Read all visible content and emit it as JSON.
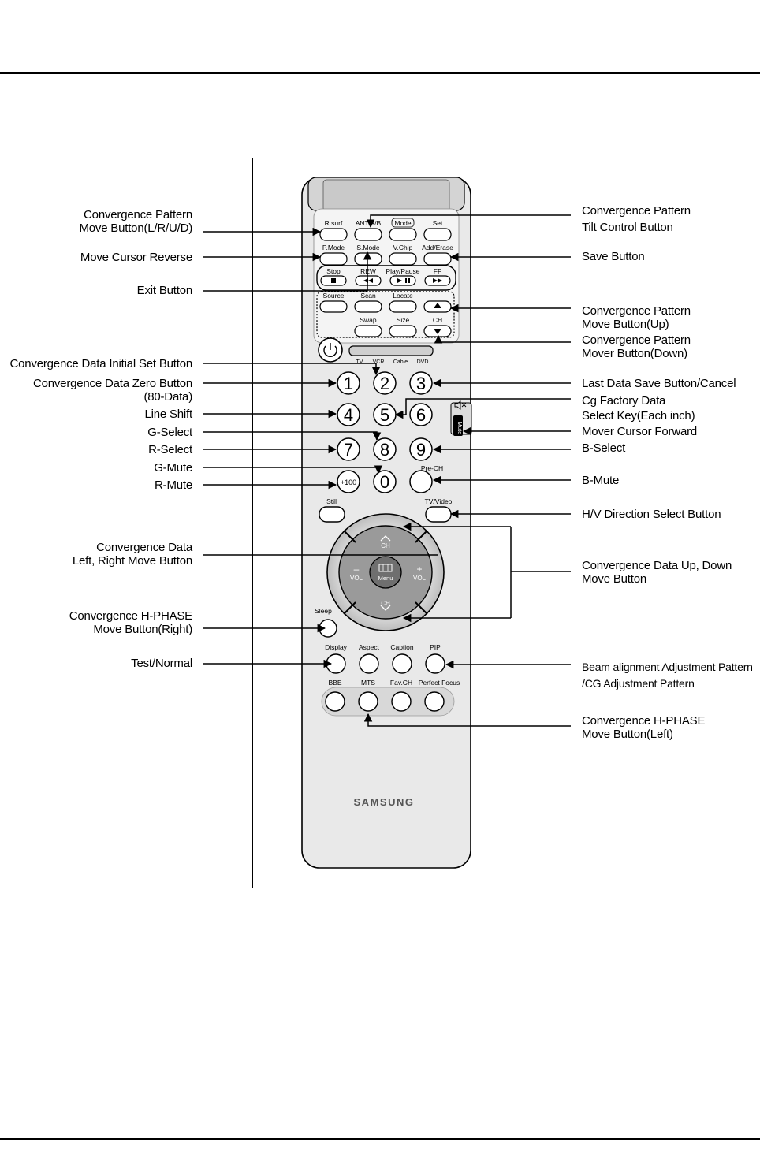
{
  "left_labels": [
    {
      "id": "conv-pattern-move",
      "lines": [
        "Convergence Pattern",
        "Move Button(L/R/U/D)"
      ]
    },
    {
      "id": "move-cursor-reverse",
      "lines": [
        "Move Cursor Reverse"
      ]
    },
    {
      "id": "exit-button",
      "lines": [
        "Exit Button"
      ]
    },
    {
      "id": "conv-data-initial",
      "lines": [
        "Convergence Data Initial Set Button"
      ]
    },
    {
      "id": "conv-data-zero",
      "lines": [
        "Convergence Data Zero Button",
        "(80-Data)"
      ]
    },
    {
      "id": "line-shift",
      "lines": [
        "Line Shift"
      ]
    },
    {
      "id": "g-select",
      "lines": [
        "G-Select"
      ]
    },
    {
      "id": "r-select",
      "lines": [
        "R-Select"
      ]
    },
    {
      "id": "g-mute",
      "lines": [
        "G-Mute"
      ]
    },
    {
      "id": "r-mute",
      "lines": [
        "R-Mute"
      ]
    },
    {
      "id": "conv-data-lr",
      "lines": [
        "Convergence Data",
        "Left, Right Move Button"
      ]
    },
    {
      "id": "conv-hphase-right",
      "lines": [
        "Convergence H-PHASE",
        "Move Button(Right)"
      ]
    },
    {
      "id": "test-normal",
      "lines": [
        "Test/Normal"
      ]
    }
  ],
  "right_labels": [
    {
      "id": "conv-pattern-tilt",
      "lines": [
        "Convergence Pattern",
        "Tilt Control Button"
      ]
    },
    {
      "id": "save-button",
      "lines": [
        "Save Button"
      ]
    },
    {
      "id": "conv-pattern-up",
      "lines": [
        "Convergence Pattern",
        "Move Button(Up)"
      ]
    },
    {
      "id": "conv-pattern-down",
      "lines": [
        "Convergence Pattern",
        "Mover Button(Down)"
      ]
    },
    {
      "id": "last-data-save",
      "lines": [
        "Last Data  Save Button/Cancel"
      ]
    },
    {
      "id": "cg-factory-data",
      "lines": [
        "Cg Factory Data",
        "Select Key(Each inch)"
      ]
    },
    {
      "id": "mover-cursor-forward",
      "lines": [
        "Mover Cursor Forward"
      ]
    },
    {
      "id": "b-select",
      "lines": [
        "B-Select"
      ]
    },
    {
      "id": "b-mute",
      "lines": [
        "B-Mute"
      ]
    },
    {
      "id": "hv-direction",
      "lines": [
        "H/V Direction Select Button"
      ]
    },
    {
      "id": "conv-data-ud",
      "lines": [
        "Convergence Data Up, Down",
        "Move Button"
      ]
    },
    {
      "id": "beam-alignment",
      "lines": [
        "Beam alignment Adjustment Pattern",
        "/CG Adjustment Pattern"
      ]
    },
    {
      "id": "conv-hphase-left",
      "lines": [
        "Convergence H-PHASE",
        "Move Button(Left)"
      ]
    }
  ],
  "remote": {
    "row1": [
      "R.surf",
      "ANT A/B",
      "Mode",
      "Set"
    ],
    "row2": [
      "P.Mode",
      "S.Mode",
      "V.Chip",
      "Add/Erase"
    ],
    "row3": [
      "Stop",
      "REW",
      "Play/Pause",
      "FF"
    ],
    "row4": [
      "Source",
      "Scan",
      "Locate"
    ],
    "row5": [
      "Swap",
      "Size",
      "CH"
    ],
    "source_modes": [
      "TV",
      "VCR",
      "Cable",
      "DVD"
    ],
    "digits": [
      "1",
      "2",
      "3",
      "4",
      "5",
      "6",
      "7",
      "8",
      "9",
      "+100",
      "0"
    ],
    "pre_ch": "Pre-CH",
    "mute": "Mute",
    "still": "Still",
    "tv_video": "TV/Video",
    "ch": "CH",
    "vol": "VOL",
    "plus": "+",
    "minus": "–",
    "menu": "Menu",
    "sleep": "Sleep",
    "row_func1": [
      "Display",
      "Aspect",
      "Caption",
      "PIP"
    ],
    "row_func2": [
      "BBE",
      "MTS",
      "Fav.CH",
      "Perfect Focus"
    ],
    "brand": "SAMSUNG"
  }
}
